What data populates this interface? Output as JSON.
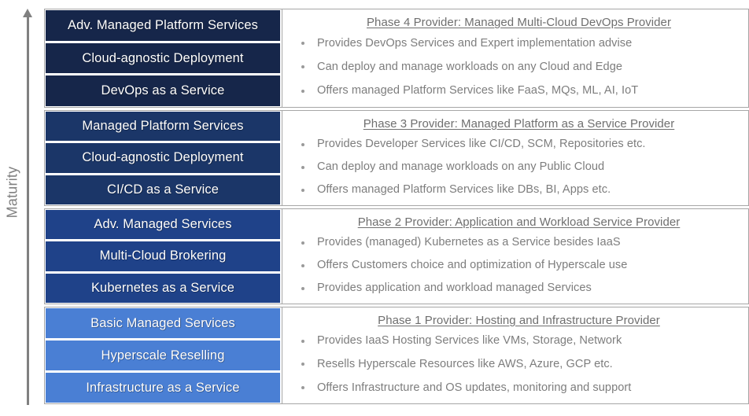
{
  "axis": {
    "label": "Maturity",
    "direction": "up"
  },
  "colors": {
    "phase4_bar": "#16264a",
    "phase3_bar": "#1b3668",
    "phase2_bar": "#1f4289",
    "phase1_bar": "#4a7fd4",
    "frame": "#a6a6a6",
    "axis": "#808080",
    "title_text": "#6f6f6f",
    "bullet_text": "#7d7d7d",
    "bar_text": "#ffffff"
  },
  "groups": [
    {
      "id": "phase4",
      "bar_color": "#16264a",
      "bars": [
        "Adv. Managed Platform Services",
        "Cloud-agnostic Deployment",
        "DevOps as a Service"
      ],
      "title": "Phase 4 Provider: Managed Multi-Cloud DevOps Provider",
      "bullets": [
        "Provides DevOps Services and Expert implementation advise",
        "Can deploy and manage workloads on any Cloud and Edge",
        "Offers managed Platform Services like FaaS, MQs, ML, AI, IoT"
      ]
    },
    {
      "id": "phase3",
      "bar_color": "#1b3668",
      "bars": [
        "Managed Platform Services",
        "Cloud-agnostic Deployment",
        "CI/CD as a Service"
      ],
      "title": "Phase 3 Provider: Managed Platform as a Service Provider",
      "bullets": [
        "Provides Developer Services like CI/CD, SCM, Repositories etc.",
        "Can deploy and manage workloads on any Public Cloud",
        "Offers managed Platform Services like DBs, BI, Apps etc."
      ]
    },
    {
      "id": "phase2",
      "bar_color": "#1f4289",
      "bars": [
        "Adv. Managed Services",
        "Multi-Cloud Brokering",
        "Kubernetes as a Service"
      ],
      "title": "Phase 2 Provider: Application and Workload Service Provider",
      "bullets": [
        "Provides (managed) Kubernetes as a Service besides IaaS",
        "Offers Customers choice and optimization of Hyperscale use",
        "Provides application and workload managed Services"
      ]
    },
    {
      "id": "phase1",
      "bar_color": "#4a7fd4",
      "bars": [
        "Basic Managed Services",
        "Hyperscale Reselling",
        "Infrastructure as a Service"
      ],
      "title": "Phase 1 Provider: Hosting and Infrastructure Provider",
      "bullets": [
        "Provides IaaS Hosting Services like VMs, Storage, Network",
        "Resells Hyperscale Resources like AWS, Azure, GCP etc.",
        "Offers Infrastructure and OS updates, monitoring and support"
      ]
    }
  ]
}
